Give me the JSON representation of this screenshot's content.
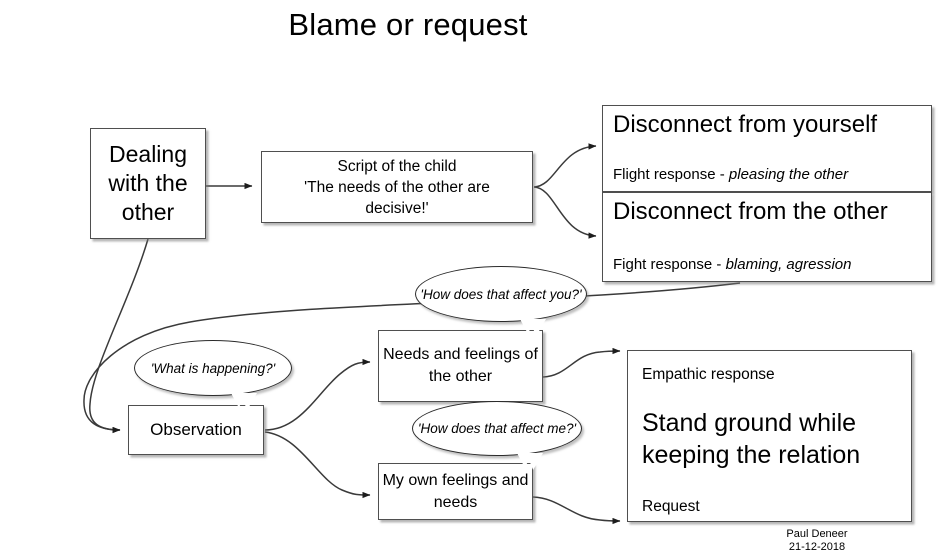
{
  "title": "Blame or request",
  "boxes": {
    "dealing": "Dealing with the other",
    "script": "Script of the child\n'The needs of the other are decisive!'",
    "script_line1": "Script of the child",
    "script_line2": "'The needs of the other are",
    "script_line3": "decisive!'",
    "disconnect_self_heading": "Disconnect from yourself",
    "disconnect_self_sub_prefix": "Flight response - ",
    "disconnect_self_sub_emphasis": "pleasing the other",
    "disconnect_other_heading": "Disconnect from the other",
    "disconnect_other_sub_prefix": "Fight response - ",
    "disconnect_other_sub_emphasis": "blaming, agression",
    "needs_of_other": "Needs and feelings of the other",
    "observation": "Observation",
    "my_own": "My own feelings and needs",
    "empathic_small_top": "Empathic response",
    "empathic_big": "Stand ground while keeping the relation",
    "empathic_small_bottom": "Request"
  },
  "bubbles": {
    "how_affect_you": "'How does that affect you?'",
    "what_is_happening": "'What is happening?'",
    "how_affect_me": "'How does that affect me?'"
  },
  "footer": {
    "author": "Paul Deneer",
    "date": "21-12-2018"
  },
  "colors": {
    "background": "#ffffff",
    "text": "#000000",
    "box_border": "#4f4f4f",
    "bubble_border": "#2b2b2b",
    "connector": "#3a3a3a"
  }
}
